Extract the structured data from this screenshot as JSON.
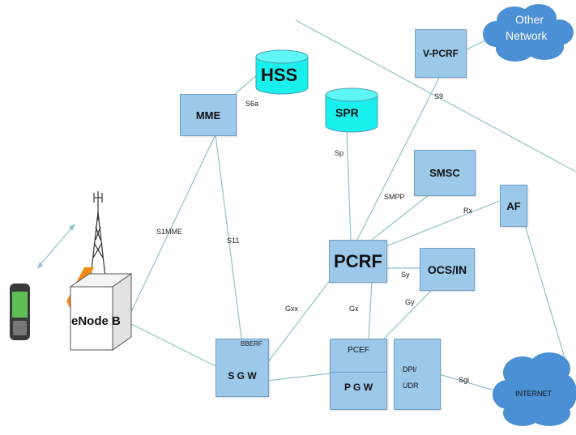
{
  "nodes": {
    "mme": "MME",
    "hss": "HSS",
    "spr": "SPR",
    "vpcrf": "V-PCRF",
    "other_network_line1": "Other",
    "other_network_line2": "Network",
    "smsc": "SMSC",
    "af": "AF",
    "pcrf": "PCRF",
    "ocs": "OCS/IN",
    "enodeb": "eNode B",
    "sgw": "S G W",
    "pcef": "PCEF",
    "pgw": "P G W",
    "dpi_line1": "DPI/",
    "dpi_line2": "UDR",
    "internet": "INTERNET"
  },
  "interfaces": {
    "s6a": "S6a",
    "s9": "S9",
    "sp": "Sp",
    "smpp": "SMPP",
    "rx": "Rx",
    "s1mme": "S1MME",
    "s11": "S11",
    "sy": "Sy",
    "gy": "Gy",
    "gxx": "Gxx",
    "gx": "Gx",
    "bberf": "BBERF",
    "sgi": "Sgi"
  },
  "colors": {
    "box_fill": "#9cc8ea",
    "box_border": "#6f9fc6",
    "db_fill": "#19f0ee",
    "cloud_fill": "#4b8fd4",
    "link_line": "#8fc3c9",
    "enodeb_accent": "#f28c13",
    "tower": "#333333"
  }
}
